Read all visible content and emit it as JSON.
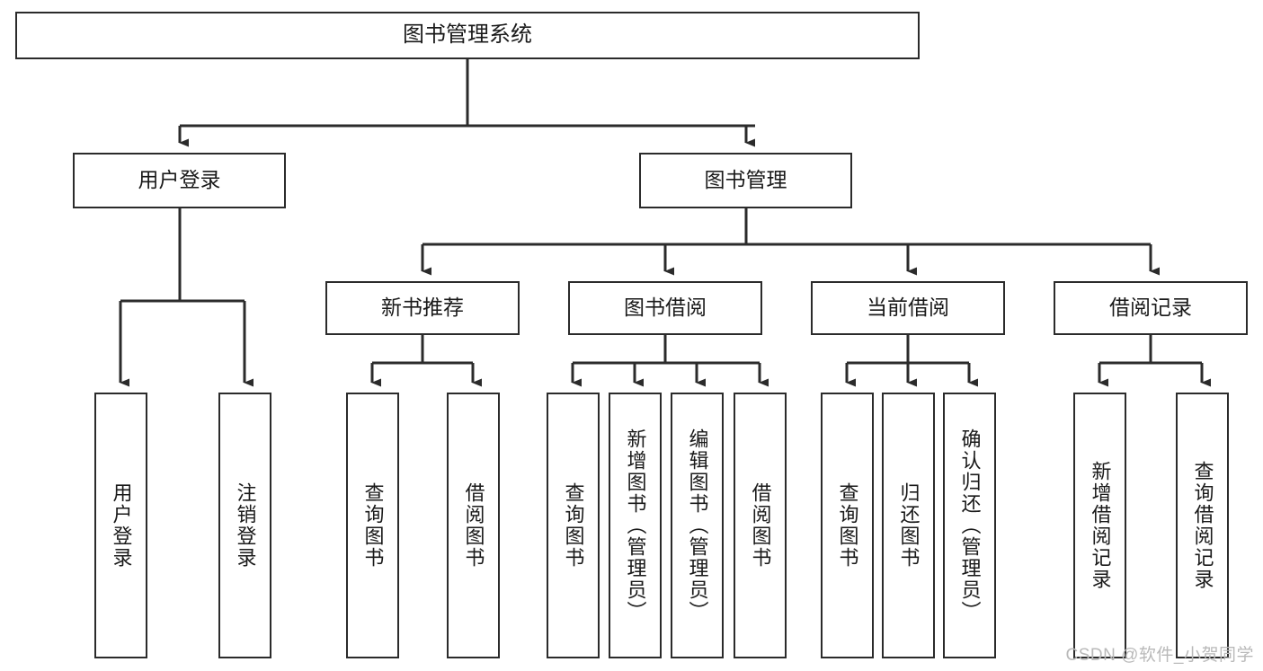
{
  "diagram": {
    "title": "图书管理系统",
    "type": "hierarchy-tree",
    "watermark": "CSDN @软件_小贺同学",
    "colors": {
      "background": "#ffffff",
      "box_border": "#2b2b2b",
      "connector": "#2b2b2b",
      "text": "#1a1a1a",
      "watermark": "#b9b9b9"
    },
    "levels": [
      {
        "level": 1,
        "nodes": [
          {
            "id": "root",
            "label": "图书管理系统",
            "orientation": "horizontal"
          }
        ]
      },
      {
        "level": 2,
        "nodes": [
          {
            "id": "user-login",
            "label": "用户登录",
            "orientation": "horizontal",
            "parent": "root"
          },
          {
            "id": "book-manage",
            "label": "图书管理",
            "orientation": "horizontal",
            "parent": "root"
          }
        ]
      },
      {
        "level": 3,
        "nodes": [
          {
            "id": "new-book-rec",
            "label": "新书推荐",
            "orientation": "horizontal",
            "parent": "book-manage"
          },
          {
            "id": "book-borrow",
            "label": "图书借阅",
            "orientation": "horizontal",
            "parent": "book-manage"
          },
          {
            "id": "current-borrow",
            "label": "当前借阅",
            "orientation": "horizontal",
            "parent": "book-manage"
          },
          {
            "id": "borrow-record",
            "label": "借阅记录",
            "orientation": "horizontal",
            "parent": "book-manage"
          }
        ]
      },
      {
        "level": 4,
        "nodes": [
          {
            "id": "leaf-user-login",
            "label": "用户登录",
            "orientation": "vertical",
            "parent": "user-login"
          },
          {
            "id": "leaf-logout",
            "label": "注销登录",
            "orientation": "vertical",
            "parent": "user-login"
          },
          {
            "id": "leaf-query-book-1",
            "label": "查询图书",
            "orientation": "vertical",
            "parent": "new-book-rec"
          },
          {
            "id": "leaf-borrow-book-1",
            "label": "借阅图书",
            "orientation": "vertical",
            "parent": "new-book-rec"
          },
          {
            "id": "leaf-query-book-2",
            "label": "查询图书",
            "orientation": "vertical",
            "parent": "book-borrow"
          },
          {
            "id": "leaf-add-book",
            "label": "新增图书（管理员）",
            "orientation": "vertical",
            "parent": "book-borrow"
          },
          {
            "id": "leaf-edit-book",
            "label": "编辑图书（管理员）",
            "orientation": "vertical",
            "parent": "book-borrow"
          },
          {
            "id": "leaf-borrow-book-2",
            "label": "借阅图书",
            "orientation": "vertical",
            "parent": "book-borrow"
          },
          {
            "id": "leaf-query-book-3",
            "label": "查询图书",
            "orientation": "vertical",
            "parent": "current-borrow"
          },
          {
            "id": "leaf-return-book",
            "label": "归还图书",
            "orientation": "vertical",
            "parent": "current-borrow"
          },
          {
            "id": "leaf-confirm-return",
            "label": "确认归还（管理员）",
            "orientation": "vertical",
            "parent": "current-borrow"
          },
          {
            "id": "leaf-add-record",
            "label": "新增借阅记录",
            "orientation": "vertical",
            "parent": "borrow-record"
          },
          {
            "id": "leaf-query-record",
            "label": "查询借阅记录",
            "orientation": "vertical",
            "parent": "borrow-record"
          }
        ]
      }
    ]
  }
}
